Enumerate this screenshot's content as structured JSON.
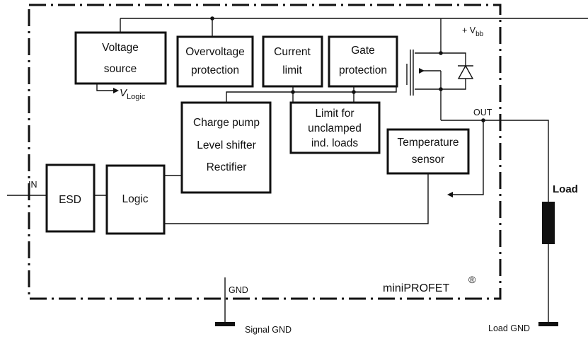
{
  "chip_label": "miniPROFET",
  "registered_mark": "®",
  "supply": {
    "prefix": "+ V",
    "subscript": "bb"
  },
  "vlogic": {
    "prefix": "V",
    "subscript": "Logic"
  },
  "pins": {
    "in": "IN",
    "out": "OUT",
    "gnd": "GND"
  },
  "grounds": {
    "signal": "Signal GND",
    "load": "Load GND"
  },
  "load_label": "Load",
  "blocks": {
    "voltage_source": [
      "Voltage",
      "source"
    ],
    "overvoltage_protection": [
      "Overvoltage",
      "protection"
    ],
    "current_limit": [
      "Current",
      "limit"
    ],
    "gate_protection": [
      "Gate",
      "protection"
    ],
    "charge_pump": [
      "Charge pump",
      "Level shifter",
      "Rectifier"
    ],
    "limit_unclamped": [
      "Limit for",
      "unclamped",
      "ind. loads"
    ],
    "temperature_sensor": [
      "Temperature",
      "sensor"
    ],
    "esd": [
      "ESD"
    ],
    "logic": [
      "Logic"
    ]
  }
}
